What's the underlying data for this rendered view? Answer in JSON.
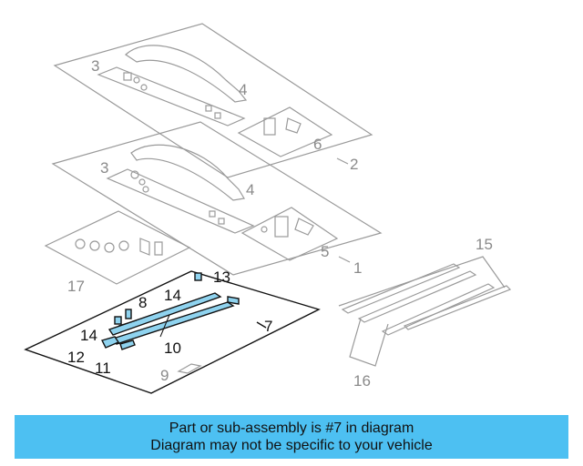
{
  "callouts": {
    "c1": "1",
    "c2": "2",
    "c3a": "3",
    "c3b": "3",
    "c4a": "4",
    "c4b": "4",
    "c5": "5",
    "c6": "6",
    "c7": "7",
    "c8": "8",
    "c9": "9",
    "c10": "10",
    "c11": "11",
    "c12": "12",
    "c13": "13",
    "c14a": "14",
    "c14b": "14",
    "c15": "15",
    "c16": "16",
    "c17": "17"
  },
  "banner": {
    "line1": "Part or sub-assembly is #7 in diagram",
    "line2": "Diagram may not be specific to your vehicle"
  },
  "colors": {
    "banner": "#4dc0f2",
    "highlight": "#8fd3ef",
    "outline_light": "#9a9a9a",
    "outline_dark": "#111111"
  }
}
